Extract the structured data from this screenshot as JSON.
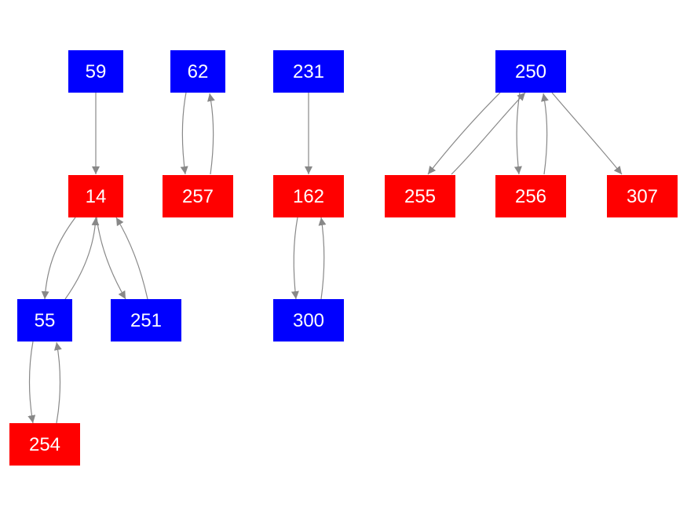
{
  "colors": {
    "blue": "#0000ff",
    "red": "#ff0000",
    "edge": "#888888",
    "background": "#ffffff"
  },
  "nodes": [
    {
      "id": "59",
      "label": "59",
      "color": "blue"
    },
    {
      "id": "62",
      "label": "62",
      "color": "blue"
    },
    {
      "id": "231",
      "label": "231",
      "color": "blue"
    },
    {
      "id": "250",
      "label": "250",
      "color": "blue"
    },
    {
      "id": "14",
      "label": "14",
      "color": "red"
    },
    {
      "id": "257",
      "label": "257",
      "color": "red"
    },
    {
      "id": "162",
      "label": "162",
      "color": "red"
    },
    {
      "id": "255",
      "label": "255",
      "color": "red"
    },
    {
      "id": "256",
      "label": "256",
      "color": "red"
    },
    {
      "id": "307",
      "label": "307",
      "color": "red"
    },
    {
      "id": "55",
      "label": "55",
      "color": "blue"
    },
    {
      "id": "251",
      "label": "251",
      "color": "blue"
    },
    {
      "id": "300",
      "label": "300",
      "color": "blue"
    },
    {
      "id": "254",
      "label": "254",
      "color": "red"
    }
  ],
  "edges": [
    {
      "from": "59",
      "to": "14"
    },
    {
      "from": "62",
      "to": "257"
    },
    {
      "from": "257",
      "to": "62"
    },
    {
      "from": "231",
      "to": "162"
    },
    {
      "from": "162",
      "to": "300"
    },
    {
      "from": "300",
      "to": "162"
    },
    {
      "from": "250",
      "to": "255"
    },
    {
      "from": "255",
      "to": "250"
    },
    {
      "from": "250",
      "to": "256"
    },
    {
      "from": "256",
      "to": "250"
    },
    {
      "from": "250",
      "to": "307"
    },
    {
      "from": "14",
      "to": "55"
    },
    {
      "from": "55",
      "to": "14"
    },
    {
      "from": "14",
      "to": "251"
    },
    {
      "from": "251",
      "to": "14"
    },
    {
      "from": "55",
      "to": "254"
    },
    {
      "from": "254",
      "to": "55"
    }
  ]
}
